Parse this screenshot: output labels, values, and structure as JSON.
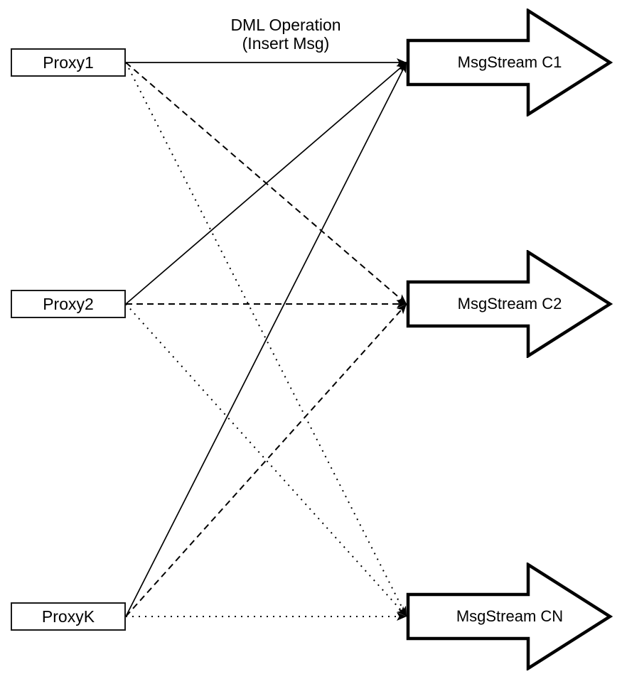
{
  "diagram": {
    "annotation": {
      "line1": "DML Operation",
      "line2": "(Insert Msg)"
    },
    "proxies": [
      {
        "id": "proxy1",
        "label": "Proxy1"
      },
      {
        "id": "proxy2",
        "label": "Proxy2"
      },
      {
        "id": "proxyk",
        "label": "ProxyK"
      }
    ],
    "streams": [
      {
        "id": "c1",
        "label": "MsgStream C1"
      },
      {
        "id": "c2",
        "label": "MsgStream C2"
      },
      {
        "id": "cn",
        "label": "MsgStream CN"
      }
    ],
    "edges": [
      {
        "from": "proxy1",
        "to": "c1",
        "style": "solid"
      },
      {
        "from": "proxy1",
        "to": "c2",
        "style": "dashed"
      },
      {
        "from": "proxy1",
        "to": "cn",
        "style": "dotted"
      },
      {
        "from": "proxy2",
        "to": "c1",
        "style": "solid"
      },
      {
        "from": "proxy2",
        "to": "c2",
        "style": "dashed"
      },
      {
        "from": "proxy2",
        "to": "cn",
        "style": "dotted"
      },
      {
        "from": "proxyk",
        "to": "c1",
        "style": "solid"
      },
      {
        "from": "proxyk",
        "to": "c2",
        "style": "dashed"
      },
      {
        "from": "proxyk",
        "to": "cn",
        "style": "dotted"
      }
    ],
    "colors": {
      "line": "#000000",
      "shape_border": "#000000",
      "box_border": "#1a1a1a",
      "shape_fill": "#ffffff",
      "background": "#ffffff",
      "text": "#000000"
    }
  }
}
